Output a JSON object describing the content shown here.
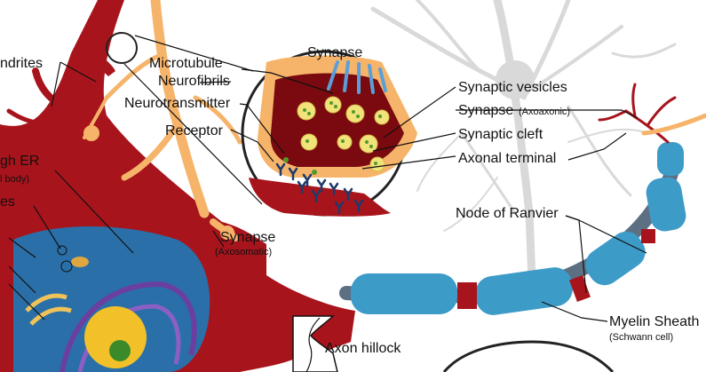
{
  "labels": {
    "dendrites": "ndrites",
    "rough_er": "gh ER",
    "rough_er_sub": "l body)",
    "left_es": "es",
    "synapse_top": "Synapse",
    "microtubule": "Microtubule",
    "neurofibrils": "Neurofibrils",
    "neurotransmitter": "Neurotransmitter",
    "receptor": "Receptor",
    "synaptic_vesicles": "Synaptic vesicles",
    "synapse_axoaxonic": "Synapse",
    "synapse_axoaxonic_sub": "(Axoaxonic)",
    "synaptic_cleft": "Synaptic cleft",
    "axonal_terminal": "Axonal terminal",
    "node_of_ranvier": "Node of Ranvier",
    "synapse_axosomatic": "Synapse",
    "synapse_axosomatic_sub": "(Axosomatic)",
    "myelin_sheath": "Myelin Sheath",
    "myelin_sheath_sub": "(Schwann cell)",
    "axon_hillock": "Axon hillock"
  },
  "colors": {
    "neuron_red": "#a8141c",
    "dark_red": "#7a0a10",
    "orange": "#f6b46a",
    "nucleus_blue": "#2a6fa8",
    "purple": "#6b3fa0",
    "myelin_blue": "#3d9bc8",
    "grey_bg": "#d7d7d7",
    "vesicle_yellow": "#f1e27a",
    "vesicle_green": "#4f9b2a"
  }
}
